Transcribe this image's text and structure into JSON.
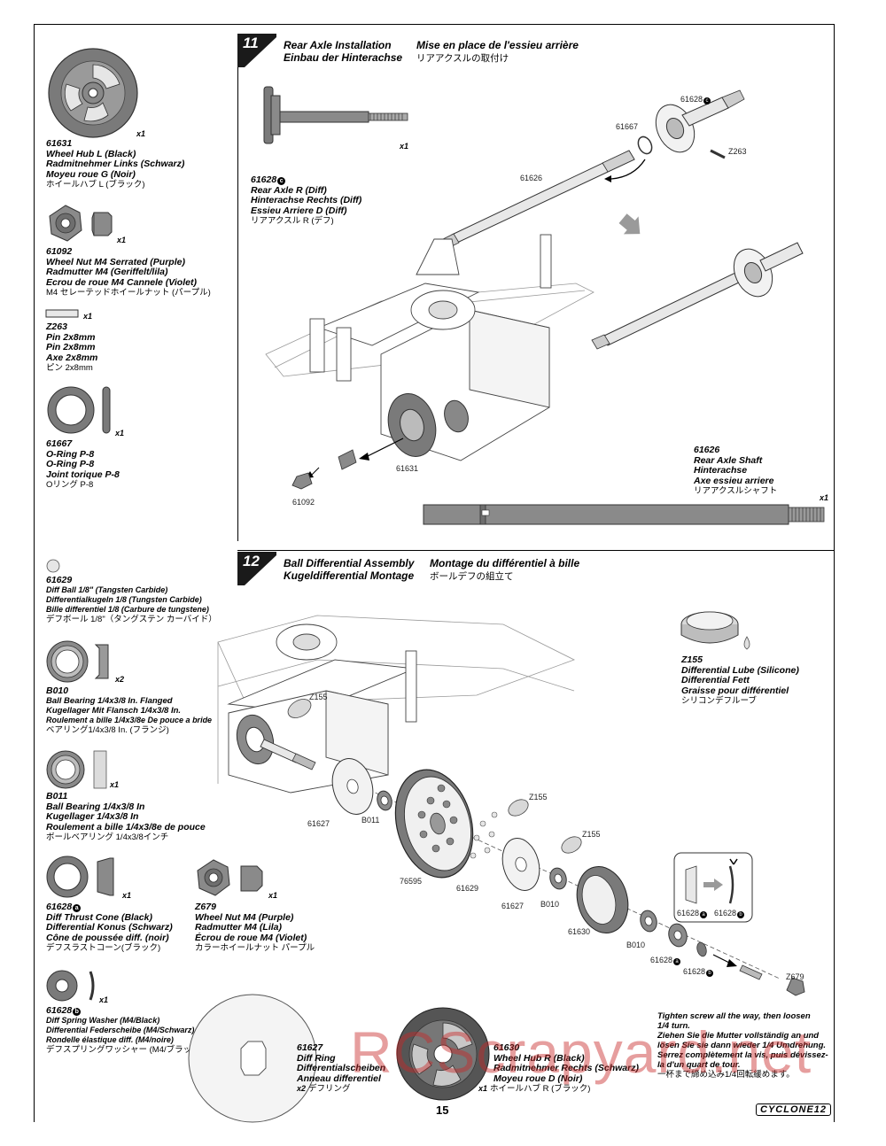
{
  "step11": {
    "number": "11",
    "title_en": "Rear Axle Installation",
    "title_fr": "Mise en place de l'essieu arrière",
    "title_de": "Einbau der Hinterachse",
    "title_jp": "リアアクスルの取付け"
  },
  "step12": {
    "number": "12",
    "title_en": "Ball Differential Assembly",
    "title_fr": "Montage du différentiel à bille",
    "title_de": "Kugeldifferential Montage",
    "title_jp": "ボールデフの組立て"
  },
  "parts_left": [
    {
      "num": "61631",
      "qty": "x1",
      "l1": "Wheel Hub L (Black)",
      "l2": "Radmitnehmer Links (Schwarz)",
      "l3": "Moyeu roue G (Noir)",
      "jp": "ホイールハブ L (ブラック)"
    },
    {
      "num": "61092",
      "qty": "x1",
      "l1": "Wheel Nut M4 Serrated (Purple)",
      "l2": "Radmutter M4 (Geriffelt/lila)",
      "l3": "Ecrou de roue M4 Cannele (Violet)",
      "jp": "M4 セレーテッドホイールナット (パープル)"
    },
    {
      "num": "Z263",
      "qty": "x1",
      "l1": "Pin 2x8mm",
      "l2": "Pin 2x8mm",
      "l3": "Axe 2x8mm",
      "jp": "ピン 2x8mm"
    },
    {
      "num": "61667",
      "qty": "x1",
      "l1": "O-Ring P-8",
      "l2": "O-Ring P-8",
      "l3": "Joint torique P-8",
      "jp": "Oリング P-8"
    },
    {
      "num": "61629",
      "qty": "",
      "l1": "Diff Ball 1/8\" (Tangsten Carbide)",
      "l2": "Differentialkugeln 1/8 (Tungsten Carbide)",
      "l3": "Bille differentiel 1/8 (Carbure de tungstene)",
      "jp": "デフボール 1/8\"（タングステン カーバイド）"
    },
    {
      "num": "B010",
      "qty": "x2",
      "l1": "Ball Bearing 1/4x3/8 In. Flanged",
      "l2": "Kugellager Mit Flansch 1/4x3/8 In.",
      "l3": "Roulement a bille 1/4x3/8e De pouce a bride",
      "jp": "ベアリング1/4x3/8 In. (フランジ)"
    },
    {
      "num": "B011",
      "qty": "x1",
      "l1": "Ball Bearing 1/4x3/8 In",
      "l2": "Kugellager 1/4x3/8 In",
      "l3": "Roulement a bille 1/4x3/8e de pouce",
      "jp": "ボールベアリング 1/4x3/8インチ"
    },
    {
      "num": "61628",
      "sub": "a",
      "qty": "x1",
      "l1": "Diff Thrust Cone (Black)",
      "l2": "Differential Konus (Schwarz)",
      "l3": "Cône de poussée diff. (noir)",
      "jp": "デフスラストコーン(ブラック)"
    },
    {
      "num": "Z679",
      "qty": "x1",
      "l1": "Wheel Nut M4 (Purple)",
      "l2": "Radmutter M4 (Lila)",
      "l3": "Écrou de roue M4 (Violet)",
      "jp": "カラーホイールナット パープル"
    },
    {
      "num": "61628",
      "sub": "b",
      "qty": "x1",
      "l1": "Diff Spring Washer (M4/Black)",
      "l2": "Differential Federscheibe (M4/Schwarz)",
      "l3": "Rondelle élastique diff. (M4/noire)",
      "jp": "デフスプリングワッシャー (M4/ブラック)"
    }
  ],
  "part_61628c": {
    "num": "61628",
    "sub": "c",
    "qty": "x1",
    "l1": "Rear Axle R (Diff)",
    "l2": "Hinterachse Rechts (Diff)",
    "l3": "Essieu Arriere D (Diff)",
    "jp": "リアアクスル R (デフ)"
  },
  "part_61626": {
    "num": "61626",
    "qty": "x1",
    "l1": "Rear Axle Shaft",
    "l2": "Hinterachse",
    "l3": "Axe essieu arriere",
    "jp": "リアアクスルシャフト"
  },
  "part_Z155": {
    "num": "Z155",
    "l1": "Differential Lube (Silicone)",
    "l2": "Differential Fett",
    "l3": "Graisse pour différentiel",
    "jp": "シリコンデフルーブ"
  },
  "part_61627": {
    "num": "61627",
    "qty": "x2",
    "l1": "Diff Ring",
    "l2": "Differentialscheiben",
    "l3": "Anneau differentiel",
    "jp": "デフリング"
  },
  "part_61630": {
    "num": "61630",
    "qty": "x1",
    "l1": "Wheel Hub R (Black)",
    "l2": "Radmitnehmer Rechts (Schwarz)",
    "l3": "Moyeu roue D (Noir)",
    "jp": "ホイールハブ R (ブラック)"
  },
  "callouts11": {
    "c61628c": "61628",
    "c61667": "61667",
    "cZ263": "Z263",
    "c61626": "61626",
    "c61631": "61631",
    "c61092": "61092"
  },
  "callouts12": {
    "z155a": "Z155",
    "z155b": "Z155",
    "z155c": "Z155",
    "c61627a": "61627",
    "cB011": "B011",
    "c76595": "76595",
    "c61629": "61629",
    "c61627b": "61627",
    "cB010a": "B010",
    "c61630": "61630",
    "cB010b": "B010",
    "c61628a": "61628",
    "c61628b": "61628",
    "cZ679": "Z679",
    "inset_a": "61628",
    "inset_b": "61628"
  },
  "note": {
    "en1": "Tighten screw all the way, then loosen",
    "en2": "1/4 turn.",
    "de1": "Ziehen Sie die Mutter vollständig an und",
    "de2": "lösen Sie sie dann wieder 1/4 Umdrehung.",
    "fr1": "Serrez complètement la vis, puis dévissez-",
    "fr2": "la d'un quart de tour.",
    "jp": "一杯まで締め込み1/4回転緩めます。"
  },
  "page_number": "15",
  "logo": "CYCLONE12",
  "watermark": "RCScrapyard.net"
}
